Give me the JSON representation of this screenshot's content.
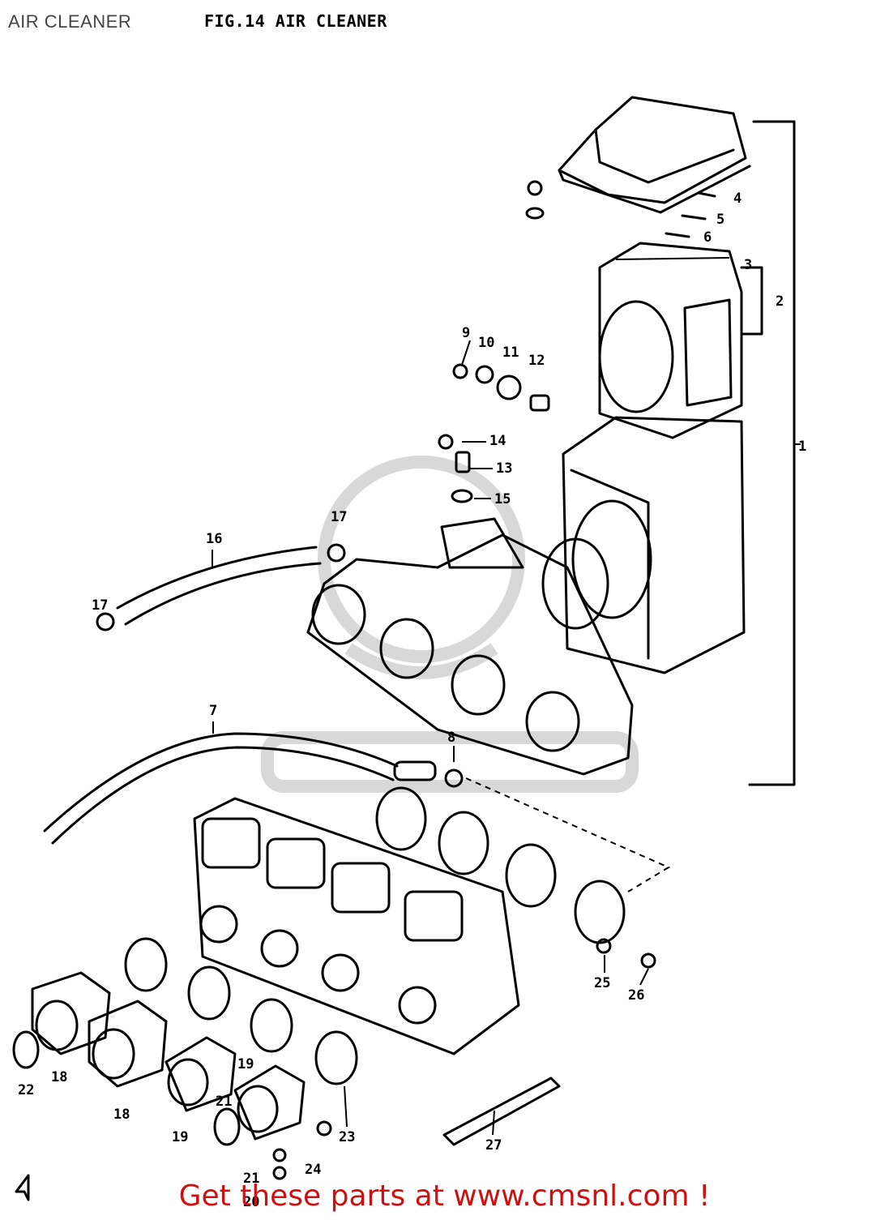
{
  "header": {
    "page_title": "AIR CLEANER",
    "figure_title": "FIG.14  AIR CLEANER"
  },
  "diagram": {
    "callouts": [
      "1",
      "2",
      "3",
      "4",
      "5",
      "6",
      "7",
      "8",
      "9",
      "10",
      "11",
      "12",
      "13",
      "14",
      "15",
      "16",
      "17",
      "17",
      "18",
      "18",
      "19",
      "19",
      "20",
      "21",
      "21",
      "22",
      "23",
      "24",
      "25",
      "26",
      "27"
    ]
  },
  "footer": {
    "text": "Get these parts at www.cmsnl.com !"
  },
  "colors": {
    "footer_text": "#d01010",
    "linework": "#000000",
    "watermark": "#d8d8d8"
  }
}
